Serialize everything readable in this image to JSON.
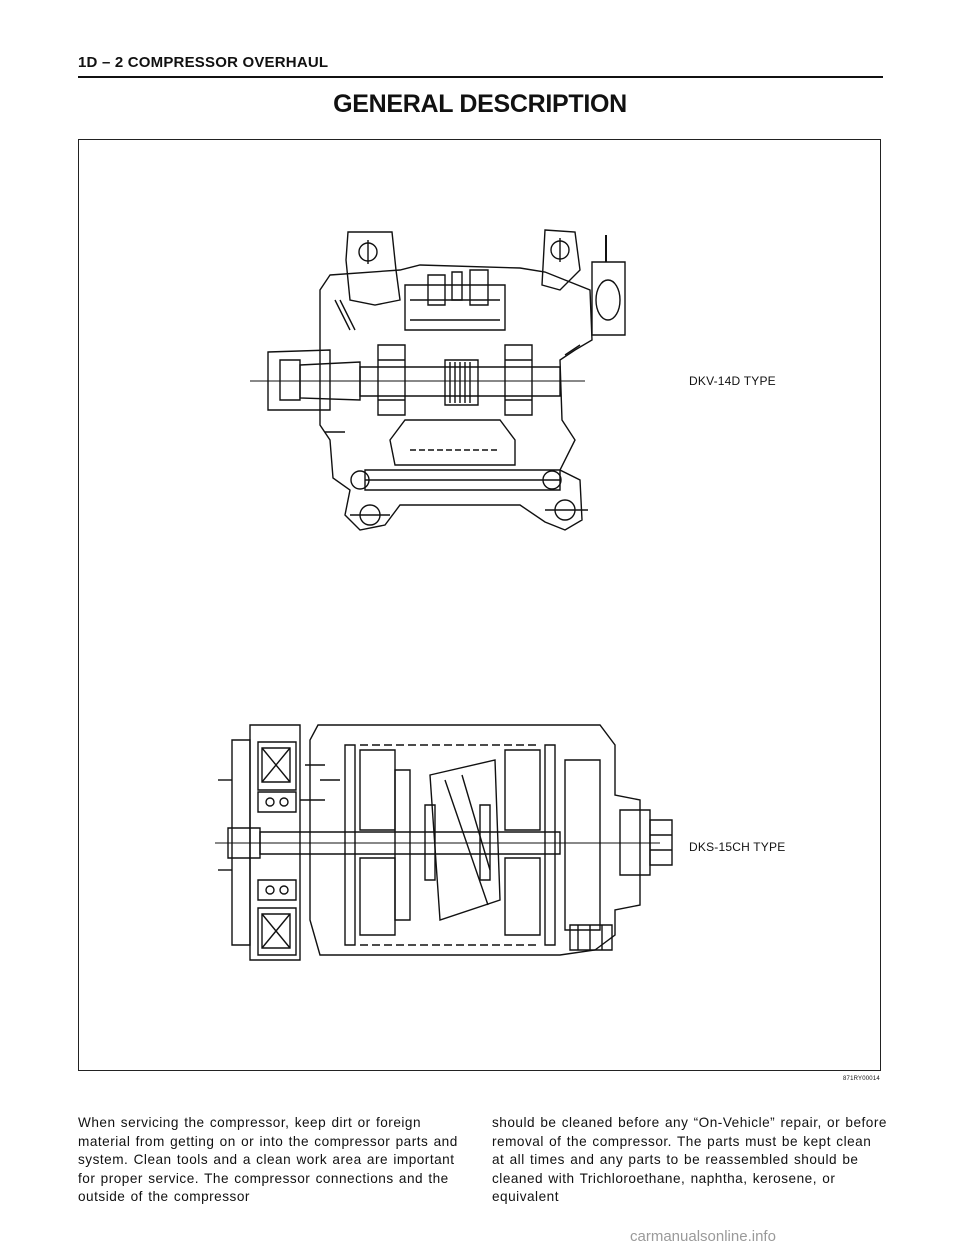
{
  "header": {
    "text": "1D – 2  COMPRESSOR OVERHAUL"
  },
  "title": "GENERAL DESCRIPTION",
  "figure": {
    "label_top": "DKV-14D TYPE",
    "label_bottom": "DKS-15CH TYPE",
    "code": "871RY00014"
  },
  "body": {
    "col_left": "When servicing the compressor, keep dirt or foreign material from getting on or into the compressor parts and system. Clean tools and a clean work area are important for proper service. The compressor connections and the outside of the compressor",
    "col_right": "should be cleaned before any “On-Vehicle” repair, or before removal of the compressor. The parts must be kept clean at all times and any parts to be reassembled should be cleaned with Trichloroethane, naphtha, kerosene, or equivalent"
  },
  "watermark": "carmanualsonline.info"
}
